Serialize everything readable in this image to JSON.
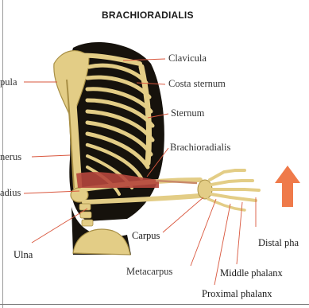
{
  "title": "BRACHIORADIALIS",
  "labels": {
    "clavicula": "Clavicula",
    "costa_sternum": "Costa sternum",
    "sternum": "Sternum",
    "brachioradialis": "Brachioradialis",
    "scapula": "pula",
    "humerus": "nerus",
    "radius": "adius",
    "ulna": "Ulna",
    "carpus": "Carpus",
    "metacarpus": "Metacarpus",
    "distal_phalanx": "Distal pha",
    "middle_phalanx": "Middle phalanx",
    "proximal_phalanx": "Proximal phalanx"
  },
  "colors": {
    "bone": "#e3cd86",
    "bone_shadow": "#a88f45",
    "dark_bg": "#16120c",
    "muscle": "#b4463c",
    "arrow": "#ef7a4a",
    "leader": "#d9573e"
  }
}
